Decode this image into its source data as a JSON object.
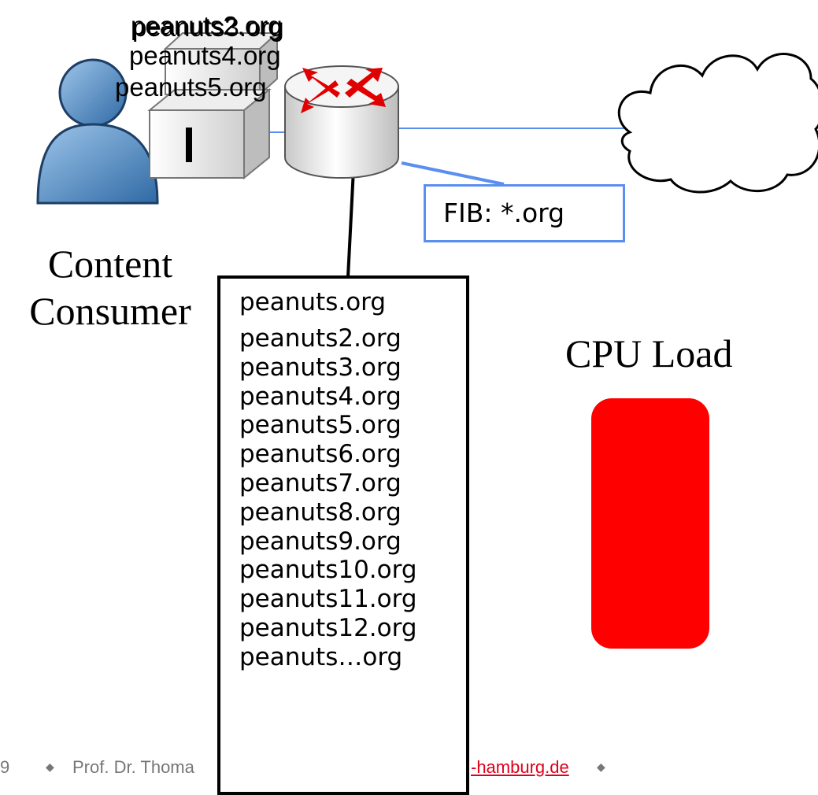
{
  "labels": {
    "content_line1": "Content",
    "content_line2": "Consumer",
    "cpu_load": "CPU Load",
    "fib": "FIB: *.org"
  },
  "pit_entries": [
    "peanuts.org",
    "peanuts2.org",
    "peanuts3.org",
    "peanuts4.org",
    "peanuts5.org",
    "peanuts6.org",
    "peanuts7.org",
    "peanuts8.org",
    "peanuts9.org",
    "peanuts10.org",
    "peanuts11.org",
    "peanuts12.org",
    "peanuts…org"
  ],
  "request_labels": {
    "req_a": "peanuts2.org",
    "req_b": "peanuts3.org",
    "req_c": "peanuts4.org",
    "req_d": "peanuts5.org"
  },
  "footer": {
    "page_number": "9",
    "author": "Prof. Dr. Thoma",
    "link": "-hamburg.de"
  },
  "colors": {
    "cpu_bar": "#ff0000",
    "fib_border": "#5b8ef1",
    "link": "#e0001b"
  }
}
